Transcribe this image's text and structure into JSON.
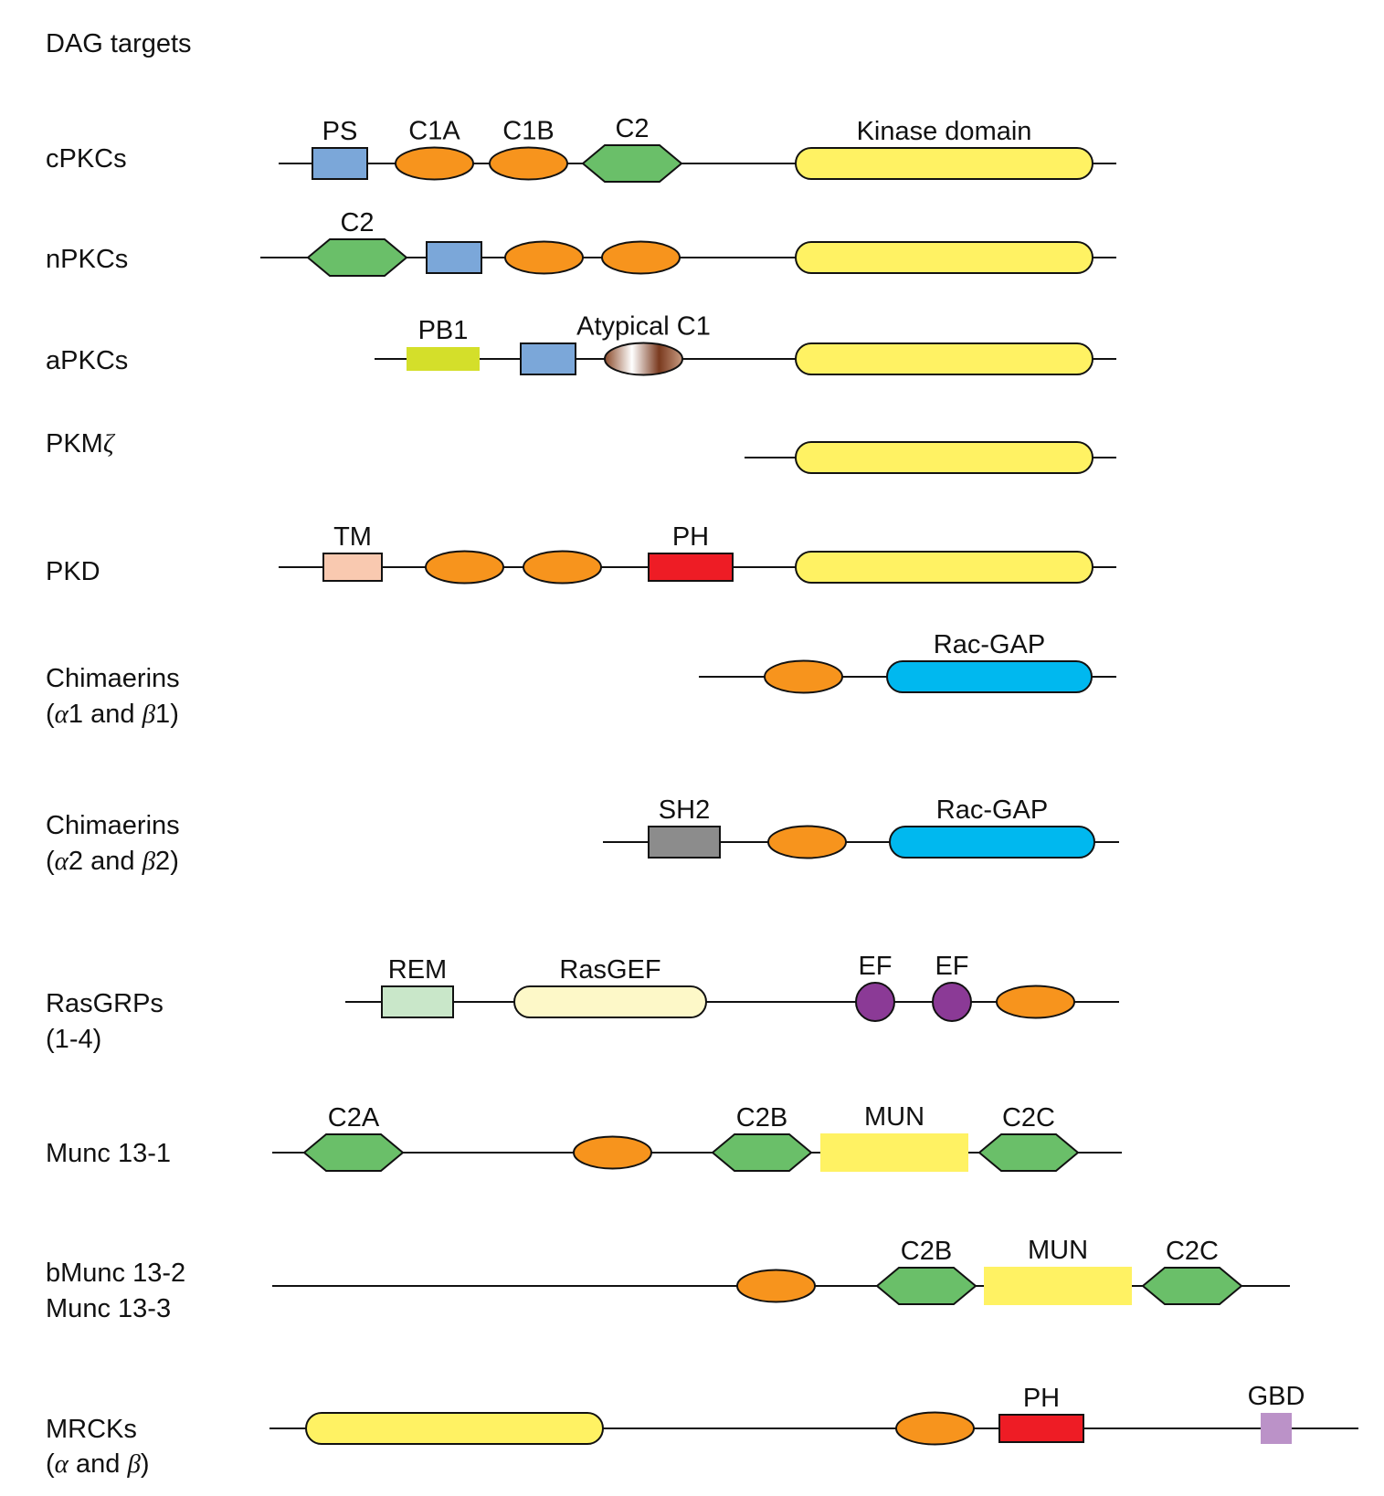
{
  "title": "DAG targets",
  "colors": {
    "line": "#111111",
    "C1": "#f7941d",
    "C2": "#6abf69",
    "PS": "#7ba7d9",
    "kinase": "#fff263",
    "PB1": "#d4df2a",
    "TM": "#f9c9b0",
    "PH": "#ee1c25",
    "RacGAP": "#00b8ef",
    "SH2": "#8c8c8c",
    "REM": "#c9e7c9",
    "RasGEF": "#fdf8c8",
    "EF": "#8b3a96",
    "MUN": "#fff263",
    "GBD": "#bb92c8"
  },
  "rows": [
    {
      "name": "cPKCs",
      "name_line2": "",
      "domains": [
        {
          "type": "rect",
          "color_key": "PS",
          "label": "PS"
        },
        {
          "type": "ellipse",
          "color_key": "C1",
          "label": "C1A"
        },
        {
          "type": "ellipse",
          "color_key": "C1",
          "label": "C1B"
        },
        {
          "type": "hexagon",
          "color_key": "C2",
          "label": "C2"
        },
        {
          "type": "pill",
          "color_key": "kinase",
          "label": "Kinase domain"
        }
      ]
    },
    {
      "name": "nPKCs",
      "name_line2": "",
      "domains": [
        {
          "type": "hexagon",
          "color_key": "C2",
          "label": "C2"
        },
        {
          "type": "rect",
          "color_key": "PS",
          "label": ""
        },
        {
          "type": "ellipse",
          "color_key": "C1",
          "label": ""
        },
        {
          "type": "ellipse",
          "color_key": "C1",
          "label": ""
        },
        {
          "type": "pill",
          "color_key": "kinase",
          "label": ""
        }
      ]
    },
    {
      "name": "aPKCs",
      "name_line2": "",
      "domains": [
        {
          "type": "rect-noborder",
          "color_key": "PB1",
          "label": "PB1"
        },
        {
          "type": "rect",
          "color_key": "PS",
          "label": ""
        },
        {
          "type": "ellipse-gradient",
          "color_key": "",
          "label": "Atypical C1"
        },
        {
          "type": "pill",
          "color_key": "kinase",
          "label": ""
        }
      ]
    },
    {
      "name": "PKM",
      "name_greek": "ζ",
      "name_line2": "",
      "domains": [
        {
          "type": "pill",
          "color_key": "kinase",
          "label": ""
        }
      ]
    },
    {
      "name": "PKD",
      "name_line2": "",
      "domains": [
        {
          "type": "rect",
          "color_key": "TM",
          "label": "TM"
        },
        {
          "type": "ellipse",
          "color_key": "C1",
          "label": ""
        },
        {
          "type": "ellipse",
          "color_key": "C1",
          "label": ""
        },
        {
          "type": "rect",
          "color_key": "PH",
          "label": "PH"
        },
        {
          "type": "pill",
          "color_key": "kinase",
          "label": ""
        }
      ]
    },
    {
      "name": "Chimaerins",
      "name_line2": "(α1 and β1)",
      "domains": [
        {
          "type": "ellipse",
          "color_key": "C1",
          "label": ""
        },
        {
          "type": "pill",
          "color_key": "RacGAP",
          "label": "Rac-GAP"
        }
      ]
    },
    {
      "name": "Chimaerins",
      "name_line2": "(α2 and β2)",
      "domains": [
        {
          "type": "rect",
          "color_key": "SH2",
          "label": "SH2"
        },
        {
          "type": "ellipse",
          "color_key": "C1",
          "label": ""
        },
        {
          "type": "pill",
          "color_key": "RacGAP",
          "label": "Rac-GAP"
        }
      ]
    },
    {
      "name": "RasGRPs",
      "name_line2": "(1-4)",
      "domains": [
        {
          "type": "rect",
          "color_key": "REM",
          "label": "REM"
        },
        {
          "type": "pill",
          "color_key": "RasGEF",
          "label": "RasGEF"
        },
        {
          "type": "circle",
          "color_key": "EF",
          "label": "EF"
        },
        {
          "type": "circle",
          "color_key": "EF",
          "label": "EF"
        },
        {
          "type": "ellipse",
          "color_key": "C1",
          "label": ""
        }
      ]
    },
    {
      "name": "Munc 13-1",
      "name_line2": "",
      "domains": [
        {
          "type": "hexagon",
          "color_key": "C2",
          "label": "C2A"
        },
        {
          "type": "ellipse",
          "color_key": "C1",
          "label": ""
        },
        {
          "type": "hexagon",
          "color_key": "C2",
          "label": "C2B"
        },
        {
          "type": "rect-noborder",
          "color_key": "MUN",
          "label": "MUN"
        },
        {
          "type": "hexagon",
          "color_key": "C2",
          "label": "C2C"
        }
      ]
    },
    {
      "name": "bMunc 13-2",
      "name_line2": "Munc 13-3",
      "domains": [
        {
          "type": "ellipse",
          "color_key": "C1",
          "label": ""
        },
        {
          "type": "hexagon",
          "color_key": "C2",
          "label": "C2B"
        },
        {
          "type": "rect-noborder",
          "color_key": "MUN",
          "label": "MUN"
        },
        {
          "type": "hexagon",
          "color_key": "C2",
          "label": "C2C"
        }
      ]
    },
    {
      "name": "MRCKs",
      "name_line2": "(α and β)",
      "domains": [
        {
          "type": "pill",
          "color_key": "kinase",
          "label": ""
        },
        {
          "type": "ellipse",
          "color_key": "C1",
          "label": ""
        },
        {
          "type": "rect",
          "color_key": "PH",
          "label": "PH"
        },
        {
          "type": "rect-noborder",
          "color_key": "GBD",
          "label": "GBD"
        }
      ]
    }
  ]
}
